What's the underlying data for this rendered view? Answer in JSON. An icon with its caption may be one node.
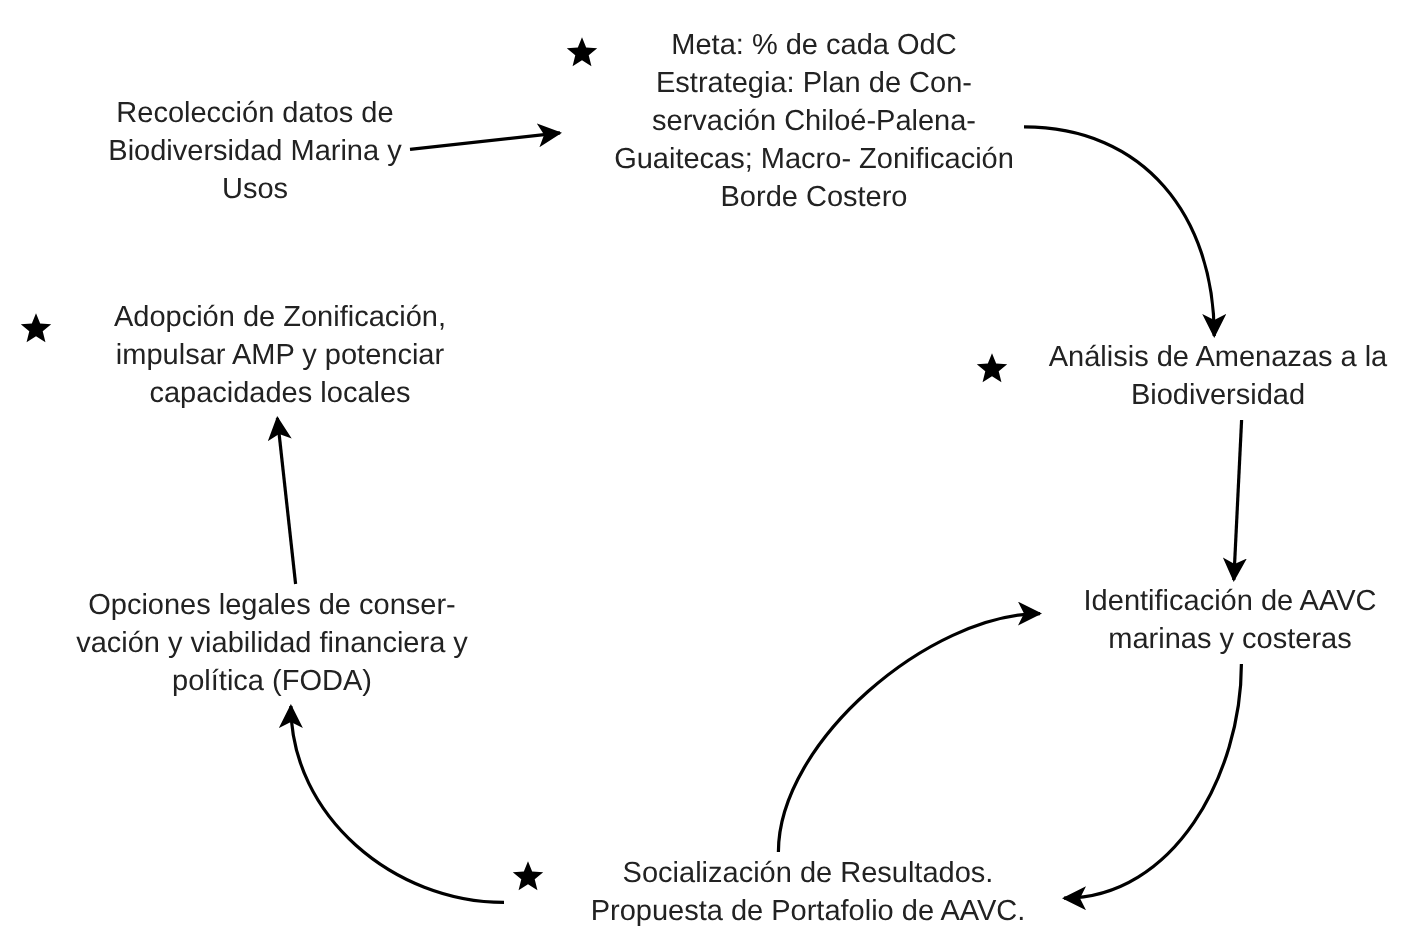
{
  "diagram": {
    "nodes": [
      {
        "text": [
          "Recolección datos de Biodiversidad Marina y Usos"
        ]
      },
      {
        "text": [
          "Meta: % de cada OdC",
          "Estrategia: Plan de Con- servación Chiloé-Palena- Guaitecas; Macro- Zonificación Borde Costero"
        ]
      },
      {
        "text": [
          "Adopción de Zonificación, impulsar AMP y potenciar capacidades locales"
        ]
      },
      {
        "text": [
          "Análisis de Amenazas a la Biodiversidad"
        ]
      },
      {
        "text": [
          "Identificación de AAVC marinas y costeras"
        ]
      },
      {
        "text": [
          "Socialización de Resultados. Propuesta de Portafolio de AAVC."
        ]
      },
      {
        "text": [
          "Opciones legales de conser- vación y viabilidad financiera y política (FODA)"
        ]
      }
    ],
    "edges": [
      {
        "from": 0,
        "to": 1,
        "arrow": "to"
      },
      {
        "from": 1,
        "to": 3,
        "arrow": "to"
      },
      {
        "from": 3,
        "to": 4,
        "arrow": "to"
      },
      {
        "from": 4,
        "to": 5,
        "arrow": "to"
      },
      {
        "from": 5,
        "to": 4,
        "arrow": "to"
      },
      {
        "from": 5,
        "to": 6,
        "arrow": "to"
      },
      {
        "from": 6,
        "to": 2,
        "arrow": "to"
      }
    ]
  }
}
